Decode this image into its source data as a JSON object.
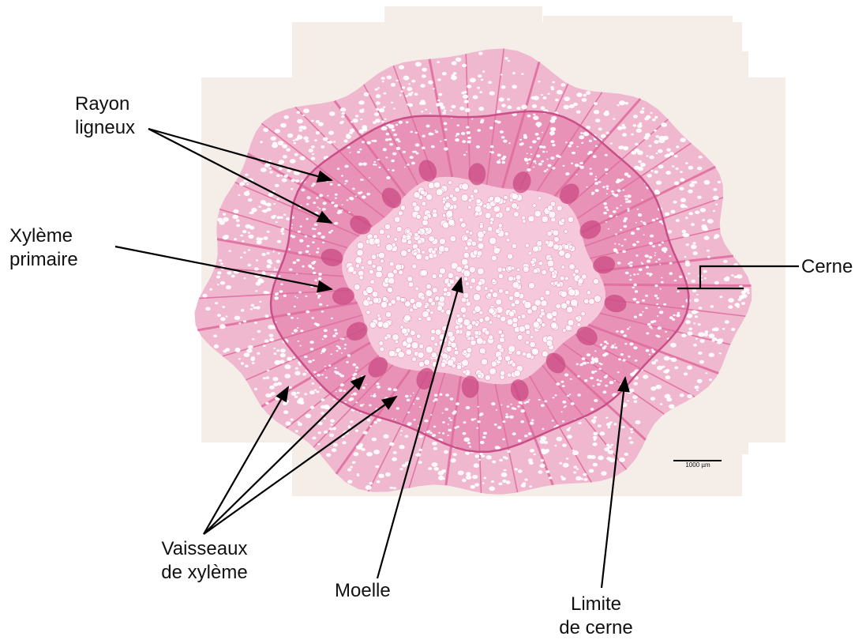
{
  "colors": {
    "background": "#ffffff",
    "backdrop": "#f5ede8",
    "tissue_outer": "#f0b8cf",
    "tissue_ring": "#e992b8",
    "tissue_pith": "#f6c8db",
    "ray": "#e06fa0",
    "boundary": "#c94f88",
    "primary_xylem": "#c94a82",
    "vessel": "#ffffff",
    "text": "#111111",
    "arrow": "#000000"
  },
  "labels": {
    "rayon": [
      "Rayon",
      "ligneux"
    ],
    "xyleme_primaire": [
      "Xylème",
      "primaire"
    ],
    "cerne": "Cerne",
    "vaisseaux": [
      "Vaisseaux",
      "de xylème"
    ],
    "moelle": "Moelle",
    "limite": [
      "Limite",
      "de cerne"
    ]
  },
  "scale_bar": "1000 µm"
}
